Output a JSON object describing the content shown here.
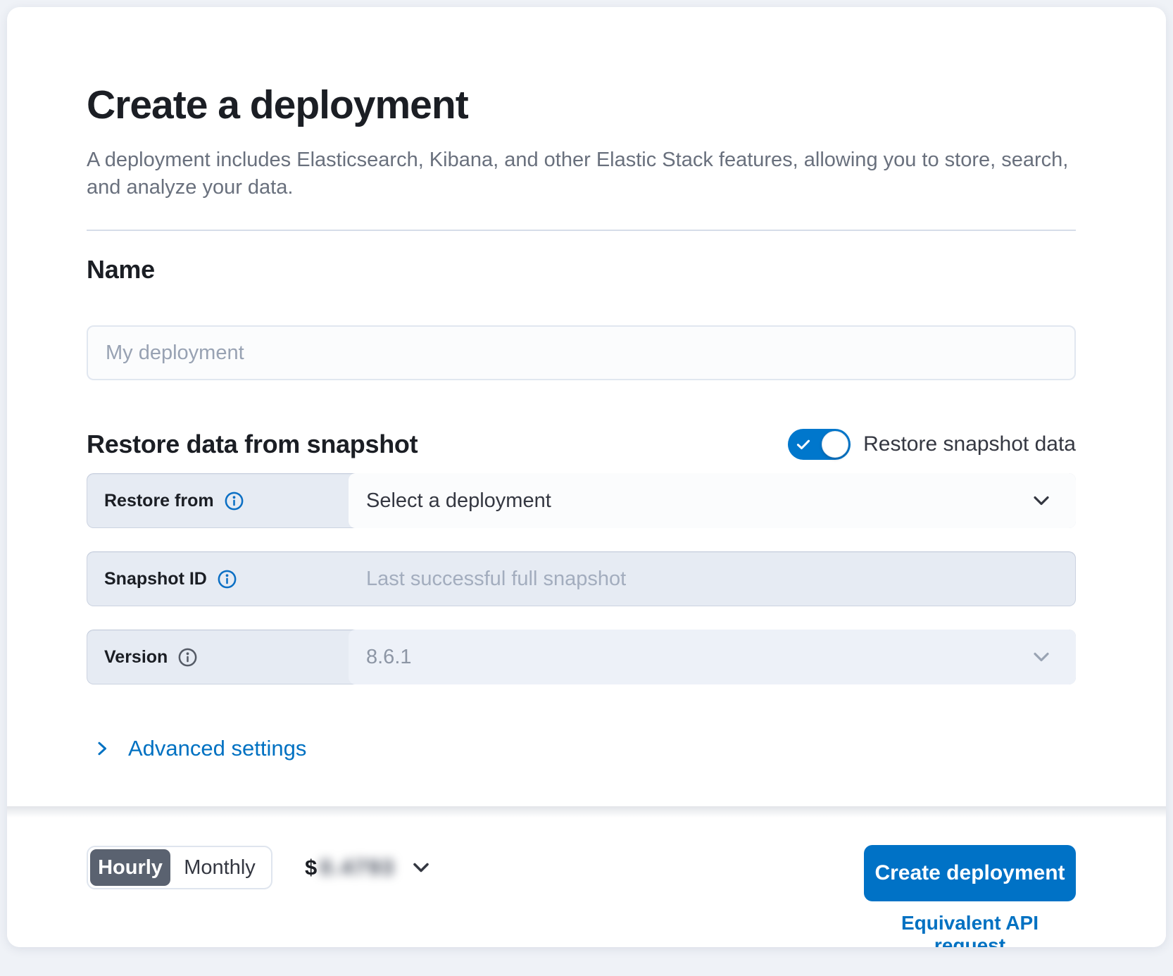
{
  "page": {
    "title": "Create a deployment",
    "subtitle": "A deployment includes Elasticsearch, Kibana, and other Elastic Stack features, allowing you to store, search, and analyze your data."
  },
  "name_section": {
    "heading": "Name",
    "placeholder": "My deployment"
  },
  "snapshot_section": {
    "heading": "Restore data from snapshot",
    "toggle_label": "Restore snapshot data",
    "toggle_state": "on",
    "rows": [
      {
        "label": "Restore from",
        "value": "Select a deployment",
        "control": "select",
        "info_icon": "info-icon"
      },
      {
        "label": "Snapshot ID",
        "value": "Last successful full snapshot",
        "control": "text-disabled",
        "info_icon": "info-icon"
      },
      {
        "label": "Version",
        "value": "8.6.1",
        "control": "select-disabled",
        "info_icon": "info-icon"
      }
    ],
    "advanced_settings_label": "Advanced settings"
  },
  "footer": {
    "billing_toggle": {
      "options": [
        "Hourly",
        "Monthly"
      ],
      "selected": "Hourly"
    },
    "price": {
      "currency": "$",
      "amount_blurred": "0.4793"
    },
    "create_button_label": "Create deployment",
    "api_request_label": "Equivalent API request"
  },
  "icons": {
    "toggle": "check-icon",
    "row_labels": "info-icon",
    "row_controls": "chevron-down-icon",
    "advanced": "chevron-right-icon",
    "price": "chevron-down-icon"
  },
  "colors": {
    "primary_button": "#0072c6",
    "toggle_on": "#0077cc",
    "link": "#0071c2",
    "selected_segment": "#5a6270",
    "heading_text": "#1b1e24",
    "muted_text": "#69707d",
    "row_label_bg": "#e6ebf3",
    "page_bg": "#eff2f7"
  }
}
